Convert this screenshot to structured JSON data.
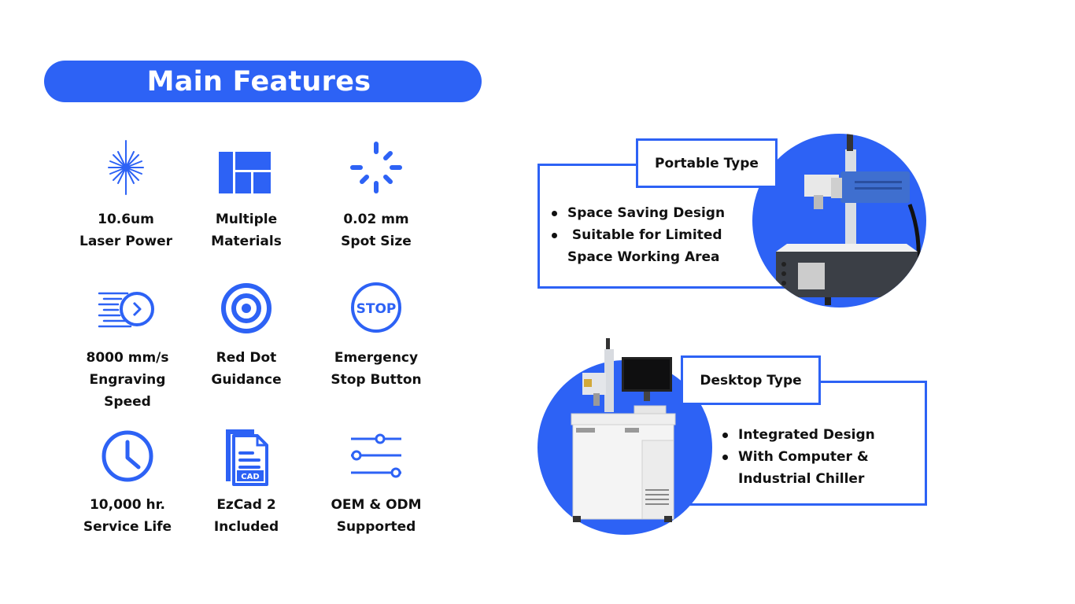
{
  "header": {
    "title": "Main Features"
  },
  "features": [
    {
      "icon": "laser-burst-icon",
      "line1": "10.6um",
      "line2": "Laser Power"
    },
    {
      "icon": "materials-grid-icon",
      "line1": "Multiple",
      "line2": "Materials"
    },
    {
      "icon": "spot-loader-icon",
      "line1": "0.02 mm",
      "line2": "Spot Size"
    },
    {
      "icon": "speed-arrow-icon",
      "line1": "8000 mm/s",
      "line2": "Engraving",
      "line3": "Speed"
    },
    {
      "icon": "target-icon",
      "line1": "Red Dot",
      "line2": "Guidance"
    },
    {
      "icon": "stop-sign-icon",
      "icon_text": "STOP",
      "line1": "Emergency",
      "line2": "Stop Button"
    },
    {
      "icon": "clock-icon",
      "line1": "10,000 hr.",
      "line2": "Service Life"
    },
    {
      "icon": "cad-file-icon",
      "icon_text": "CAD",
      "line1": "EzCad 2",
      "line2": "Included"
    },
    {
      "icon": "sliders-icon",
      "line1": "OEM & ODM",
      "line2": "Supported"
    }
  ],
  "portable": {
    "tag": "Portable Type",
    "bullets": [
      {
        "text": "Space Saving Design"
      },
      {
        "text": " Suitable for Limited",
        "cont": "Space Working Area"
      }
    ]
  },
  "desktop": {
    "tag": "Desktop Type",
    "bullets": [
      {
        "text": "Integrated Design"
      },
      {
        "text": "With Computer &",
        "cont": "Industrial Chiller"
      }
    ]
  },
  "colors": {
    "accent": "#2d62f5",
    "text": "#111111",
    "background": "#ffffff"
  }
}
